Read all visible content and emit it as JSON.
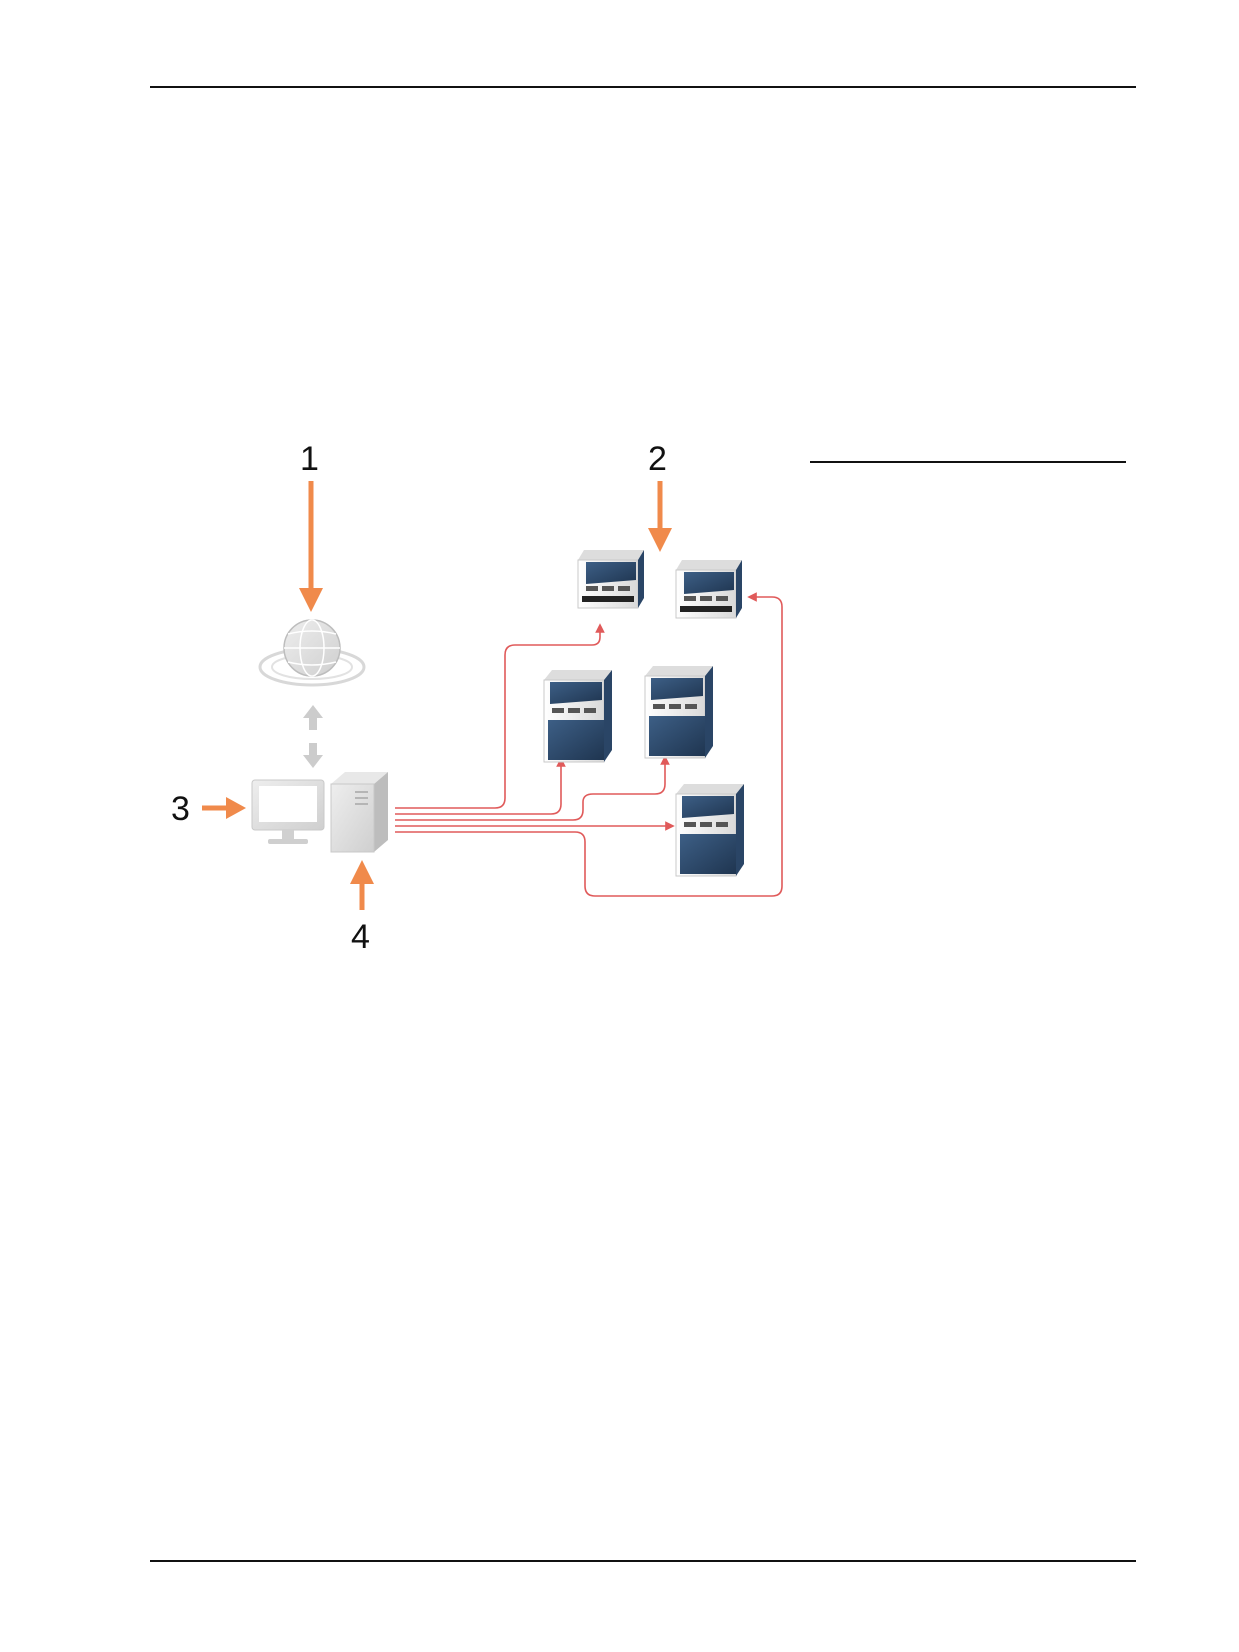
{
  "colors": {
    "callout_arrow": "#f08a4b",
    "connection_line": "#e05a5a",
    "instrument_body": "#2e4a6b",
    "instrument_shell": "#f2f2f2",
    "computer_gray": "#d6d6d6",
    "globe_gray": "#c8c8c8",
    "rule": "#111111"
  },
  "callouts": [
    {
      "id": "callout-1",
      "number": "1",
      "target": "globe-icon"
    },
    {
      "id": "callout-2",
      "number": "2",
      "target": "instrument-group"
    },
    {
      "id": "callout-3",
      "number": "3",
      "target": "monitor-icon"
    },
    {
      "id": "callout-4",
      "number": "4",
      "target": "server-tower-icon"
    }
  ],
  "icons": {
    "network": "globe-icon",
    "sync": "bidirectional-arrow-icon",
    "display": "monitor-icon",
    "computer": "server-tower-icon",
    "instrument": "instrument-icon"
  },
  "instrument_count": 5
}
